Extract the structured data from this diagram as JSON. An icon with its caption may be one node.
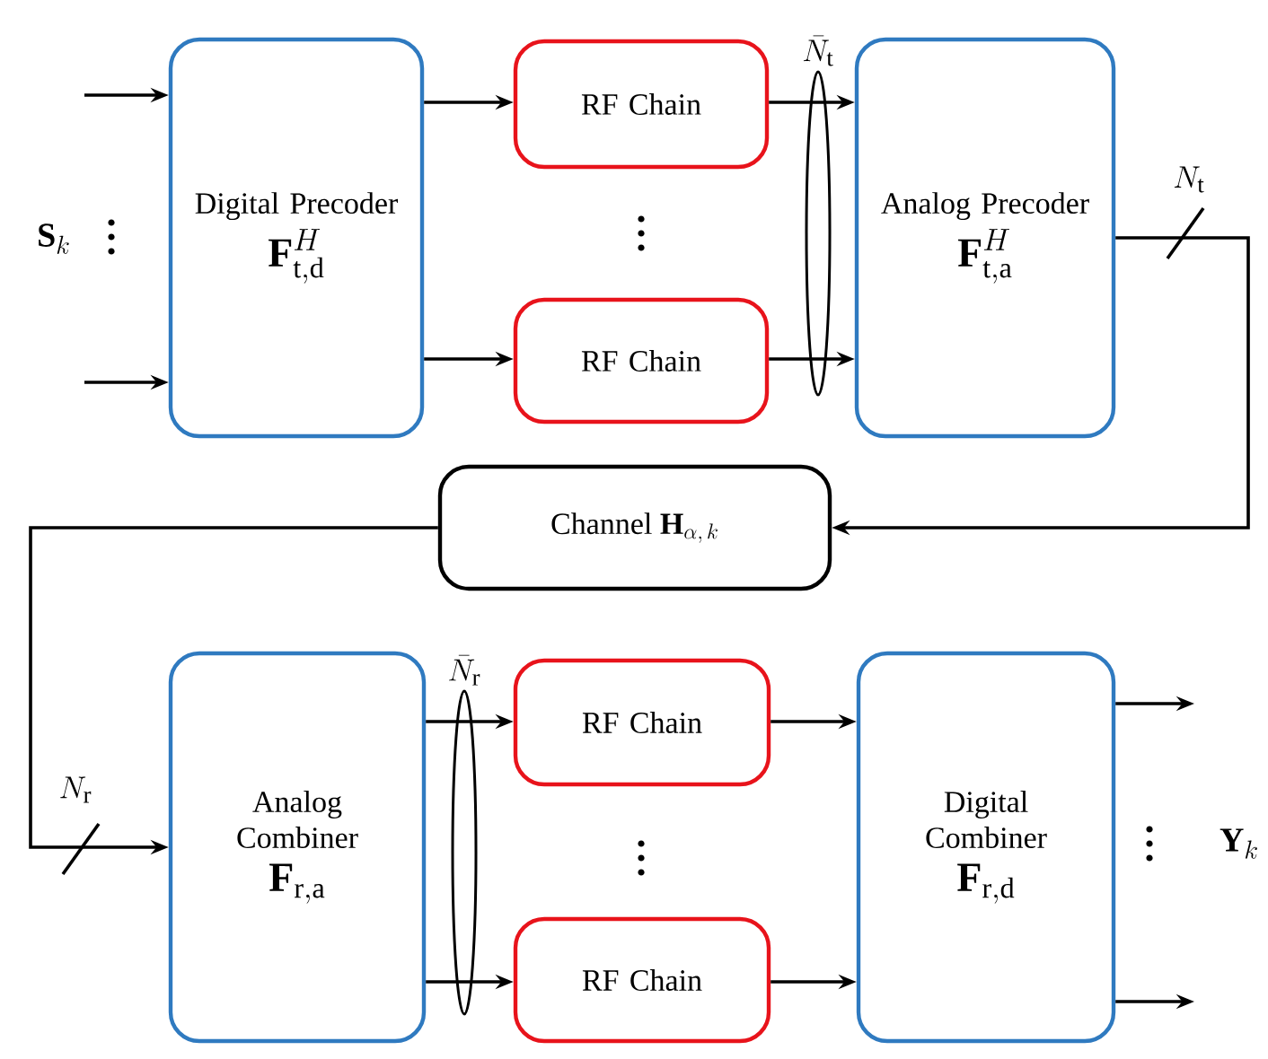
{
  "diagram": {
    "nodes": [
      {
        "text": [
          "Digital Precoder",
          "\\mathbf{F}_{\\mathrm{t,d}}^{H}"
        ]
      },
      {
        "text": [
          "RF Chain"
        ]
      },
      {
        "text": [
          "RF Chain"
        ]
      },
      {
        "text": [
          "Analog Precoder",
          "\\mathbf{F}_{\\mathrm{t,a}}^{H}"
        ]
      },
      {
        "text": [
          "Channel",
          "\\mathbf{H}_{\\alpha,\\,k}"
        ]
      },
      {
        "text": [
          "Analog Combiner",
          "\\mathbf{F}_{\\mathrm{r,a}}"
        ]
      },
      {
        "text": [
          "RF Chain"
        ]
      },
      {
        "text": [
          "RF Chain"
        ]
      },
      {
        "text": [
          "Digital Combiner",
          "\\mathbf{F}_{\\mathrm{r,d}}"
        ]
      },
      {
        "text": [],
        "shape": "ellipse",
        "beside": [
          "\\bar{N}_{\\mathrm{r}}"
        ]
      },
      {
        "text": [],
        "shape": "ellipse",
        "beside": [
          "\\bar{N}_{\\mathrm{t}}"
        ]
      }
    ],
    "edges": [
      {
        "from": null,
        "to": 0,
        "arrow": "to"
      },
      {
        "from": null,
        "to": 0,
        "arrow": "to"
      },
      {
        "from": 0,
        "to": 1,
        "arrow": "to"
      },
      {
        "from": 0,
        "to": 2,
        "arrow": "to"
      },
      {
        "from": 1,
        "to": 3,
        "arrow": "to"
      },
      {
        "from": 2,
        "to": 3,
        "arrow": "to"
      },
      {
        "from": 3,
        "to": 4,
        "arrow": "to",
        "label": "N_{\\mathrm{t}}"
      },
      {
        "from": 4,
        "to": 5,
        "arrow": "to",
        "label": "N_{\\mathrm{r}}"
      },
      {
        "from": 5,
        "to": 6,
        "arrow": "to"
      },
      {
        "from": 5,
        "to": 7,
        "arrow": "to"
      },
      {
        "from": 6,
        "to": 8,
        "arrow": "to"
      },
      {
        "from": 7,
        "to": 8,
        "arrow": "to"
      },
      {
        "from": 8,
        "to": null,
        "arrow": "to"
      },
      {
        "from": 8,
        "to": null,
        "arrow": "to"
      }
    ],
    "labels": [
      "\\mathbf{S}_{k}",
      "\\mathbf{Y}_{k}"
    ]
  }
}
